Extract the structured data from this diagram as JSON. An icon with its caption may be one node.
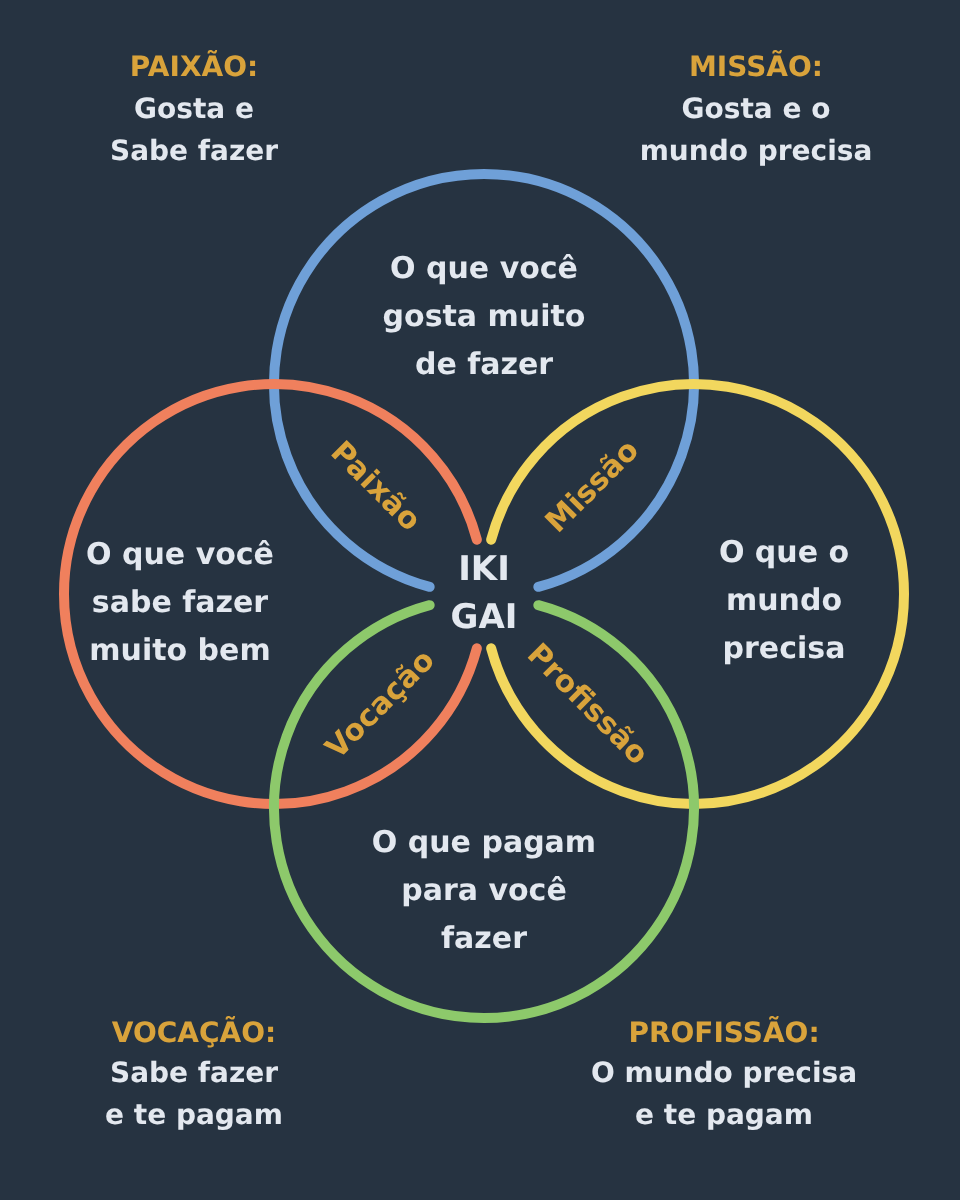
{
  "diagram": {
    "nodes": [
      {
        "text": [
          "O que você gosta muito de fazer"
        ]
      },
      {
        "text": [
          "O que você sabe fazer muito bem"
        ]
      },
      {
        "text": [
          "O que o mundo precisa"
        ]
      },
      {
        "text": [
          "O que pagam para você fazer"
        ]
      }
    ],
    "labels": [
      "PAIXÃO:",
      "Gosta e Sabe fazer",
      "MISSÃO:",
      "Gosta e o mundo precisa",
      "Paixão",
      "Missão",
      "IKI GAI",
      "Vocação",
      "Profissão",
      "VOCAÇÃO:",
      "Sabe fazer e te pagam",
      "PROFISSÃO:",
      "O mundo precisa e te pagam"
    ]
  }
}
